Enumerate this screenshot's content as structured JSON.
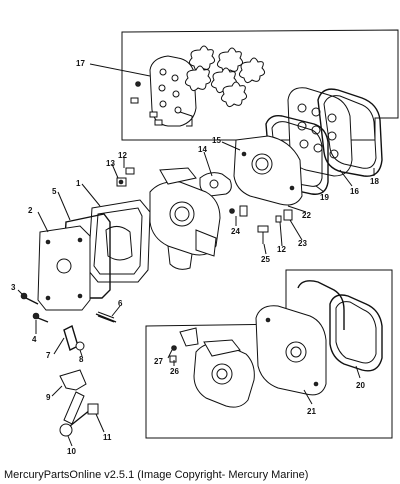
{
  "diagram": {
    "callouts": [
      "1",
      "2",
      "3",
      "4",
      "5",
      "6",
      "7",
      "8",
      "9",
      "10",
      "11",
      "12",
      "13",
      "14",
      "15",
      "16",
      "17",
      "18",
      "19",
      "20",
      "21",
      "22",
      "23",
      "24",
      "25",
      "26",
      "27"
    ],
    "callout_12b": "12"
  },
  "caption": "MercuryPartsOnline v2.5.1 (Image Copyright- Mercury Marine)"
}
